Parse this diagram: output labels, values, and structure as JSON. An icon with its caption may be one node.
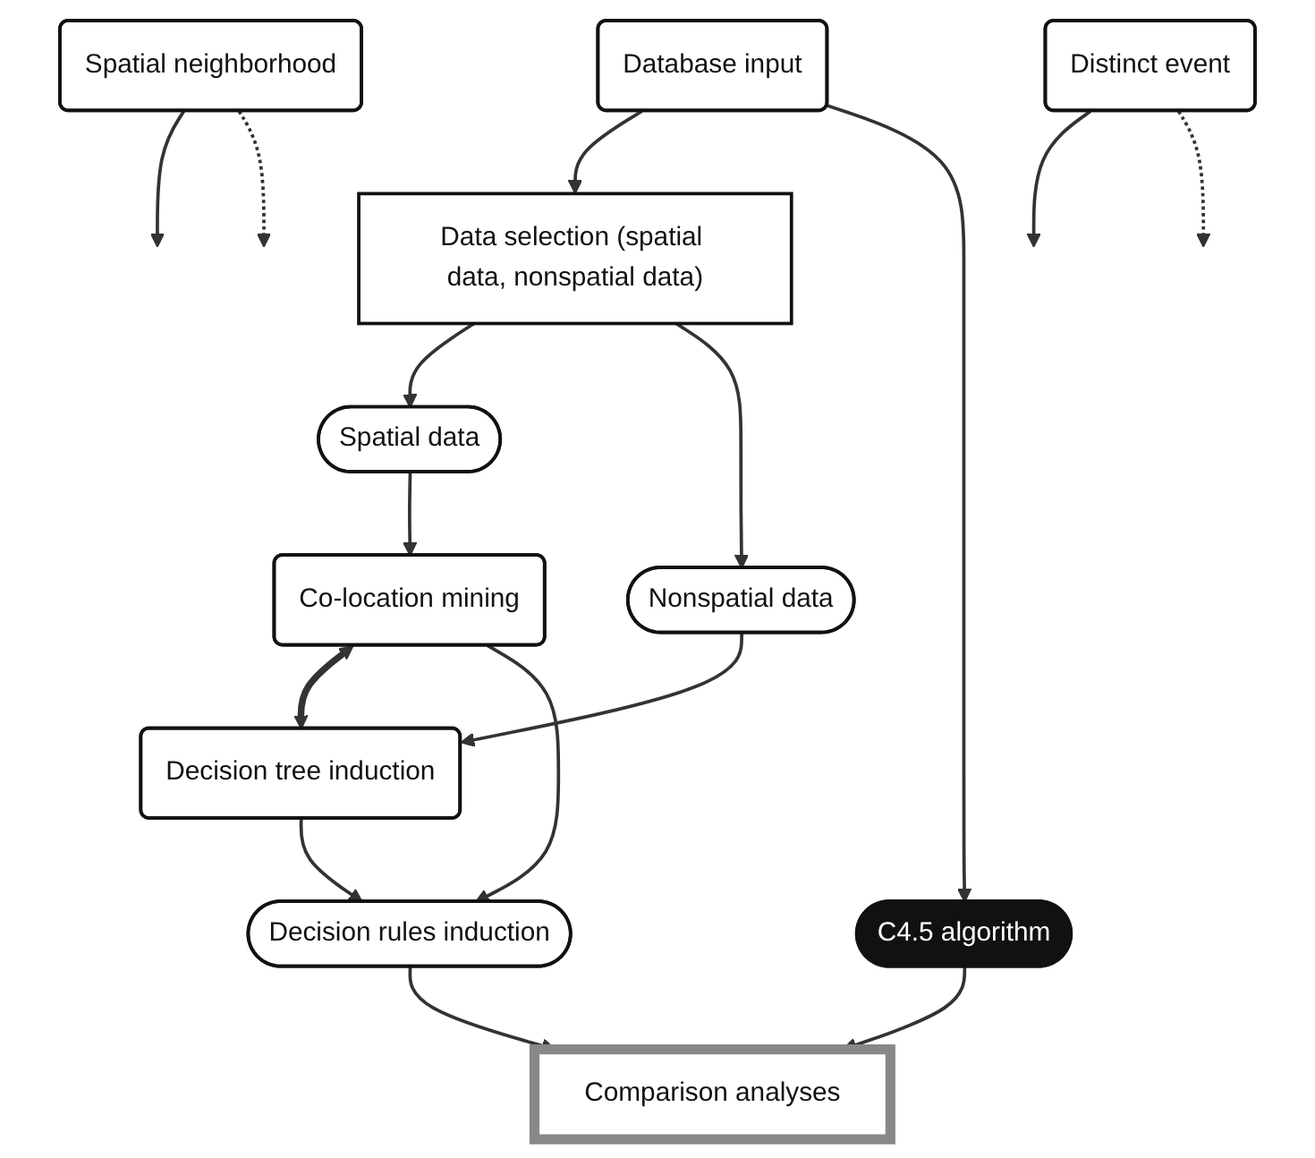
{
  "diagram": {
    "nodes": [
      {
        "text": [
          "Database input"
        ]
      },
      {
        "text": [
          "Data selection (spatial data, nonspatial data)"
        ]
      },
      {
        "text": [
          "Spatial data"
        ]
      },
      {
        "text": [
          "Nonspatial data"
        ]
      },
      {
        "text": [
          "Spatial neighborhood"
        ]
      },
      {
        "text": [
          "Distinct event"
        ]
      },
      {
        "text": [
          "Co-location mining"
        ]
      },
      {
        "text": [
          "Decision tree induction"
        ]
      },
      {
        "text": [
          "Decision rules induction"
        ]
      },
      {
        "text": [
          "C4.5 algorithm"
        ]
      },
      {
        "text": [
          "Comparison analyses"
        ]
      }
    ],
    "edges": [
      {
        "from": 0,
        "to": 1,
        "arrow": "to"
      },
      {
        "from": 1,
        "to": 2,
        "arrow": "to"
      },
      {
        "from": 1,
        "to": 3,
        "arrow": "to"
      },
      {
        "from": 2,
        "to": 6,
        "arrow": "to"
      },
      {
        "from": 3,
        "to": 7,
        "arrow": "to"
      },
      {
        "from": 4,
        "to": null,
        "arrow": "to"
      },
      {
        "from": 4,
        "to": null,
        "arrow": "to",
        "style": "dashed"
      },
      {
        "from": 5,
        "to": null,
        "arrow": "to"
      },
      {
        "from": 5,
        "to": null,
        "arrow": "to",
        "style": "dashed"
      },
      {
        "from": 6,
        "to": 7,
        "arrow": "both",
        "style": "thick"
      },
      {
        "from": 6,
        "to": 8,
        "arrow": "to"
      },
      {
        "from": 7,
        "to": 8,
        "arrow": "to"
      },
      {
        "from": 8,
        "to": 10,
        "arrow": "to"
      },
      {
        "from": 0,
        "to": 9,
        "arrow": "to"
      },
      {
        "from": 9,
        "to": 10,
        "arrow": "to"
      }
    ]
  }
}
